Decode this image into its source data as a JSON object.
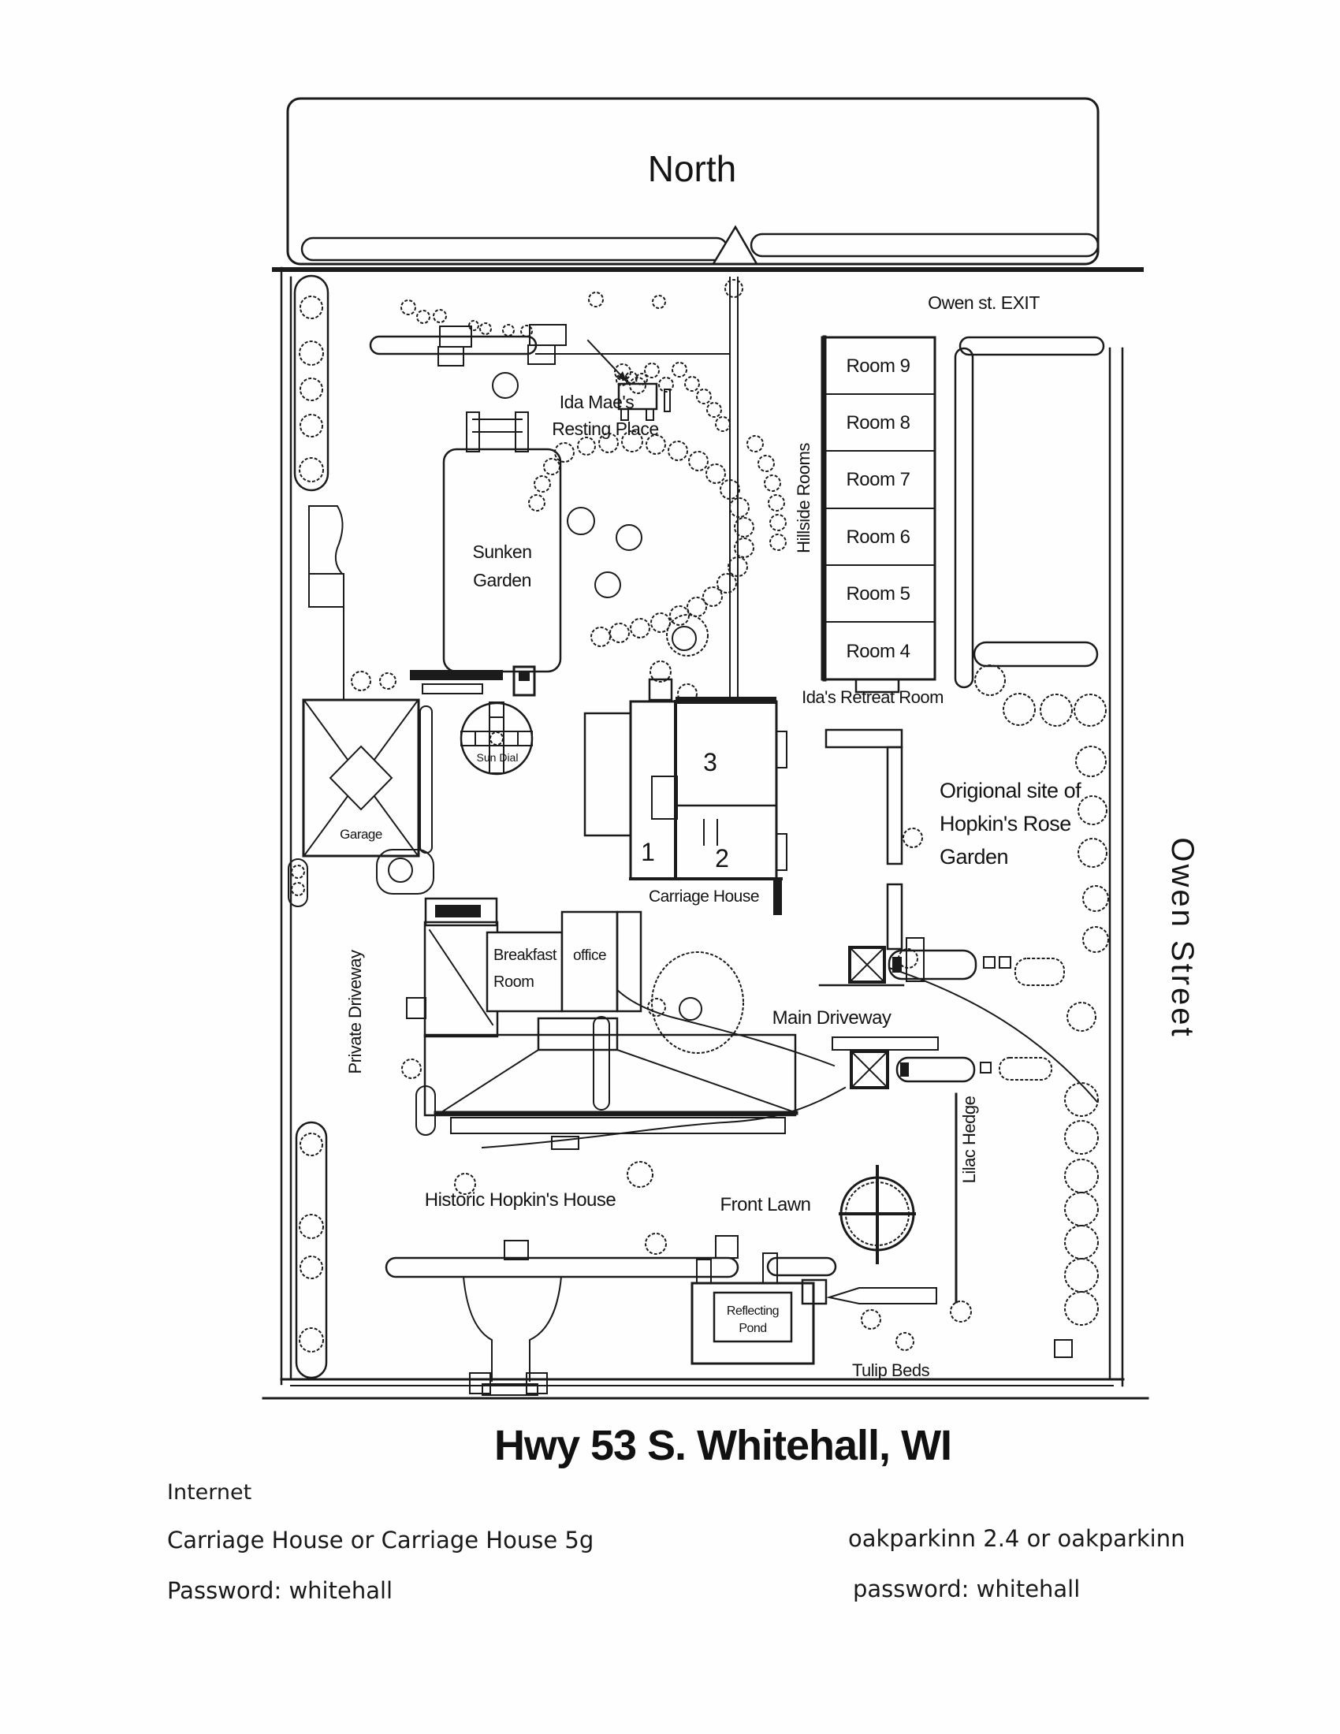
{
  "title": "Hwy 53 S. Whitehall, WI",
  "map": {
    "north": "North",
    "owen_exit": "Owen st. EXIT",
    "owen_street": "Owen Street",
    "hillside_rooms": "Hillside Rooms",
    "rooms": [
      "Room 9",
      "Room 8",
      "Room 7",
      "Room 6",
      "Room 5",
      "Room 4"
    ],
    "idas_retreat": "Ida's Retreat Room",
    "ida_mae_line1": "Ida Mae's",
    "ida_mae_line2": "Resting Place",
    "sunken_line1": "Sunken",
    "sunken_line2": "Garden",
    "sun_dial": "Sun Dial",
    "garage": "Garage",
    "carriage_house": "Carriage House",
    "carriage_units": [
      "1",
      "2",
      "3"
    ],
    "rose_line1": "Origional site of",
    "rose_line2": "Hopkin's Rose",
    "rose_line3": "Garden",
    "breakfast_line1": "Breakfast",
    "breakfast_line2": "Room",
    "office": "office",
    "private_driveway": "Private Driveway",
    "main_driveway": "Main Driveway",
    "lilac_hedge": "Lilac Hedge",
    "historic_house": "Historic Hopkin's House",
    "front_lawn": "Front Lawn",
    "reflecting_line1": "Reflecting",
    "reflecting_line2": "Pond",
    "tulip_beds": "Tulip Beds"
  },
  "footer": {
    "internet": "Internet",
    "wifi_left_names": "Carriage House or Carriage House 5g",
    "wifi_left_password": "Password: whitehall",
    "wifi_right_names": "oakparkinn 2.4 or oakparkinn",
    "wifi_right_password": "password:  whitehall"
  }
}
